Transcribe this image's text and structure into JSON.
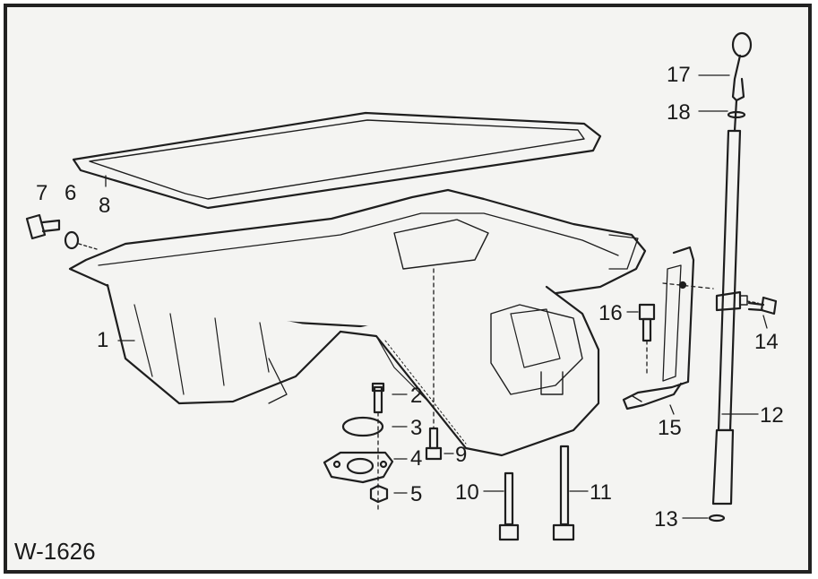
{
  "figure_id": "W-1626",
  "labels": {
    "p1": "1",
    "p2": "2",
    "p3": "3",
    "p4": "4",
    "p5": "5",
    "p6": "6",
    "p7": "7",
    "p8": "8",
    "p9": "9",
    "p10": "10",
    "p11": "11",
    "p12": "12",
    "p13": "13",
    "p14": "14",
    "p15": "15",
    "p16": "16",
    "p17": "17",
    "p18": "18"
  }
}
